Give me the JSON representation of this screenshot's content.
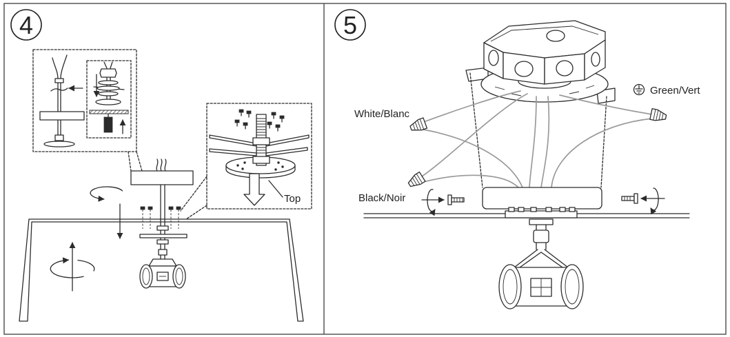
{
  "steps": {
    "step_4": {
      "number": "4",
      "callout_label": "Top"
    },
    "step_5": {
      "number": "5",
      "wire_labels": {
        "white": "White/Blanc",
        "black": "Black/Noir",
        "ground": "Green/Vert"
      }
    }
  },
  "icons": {
    "ground": "ground-symbol-icon",
    "rotate": "rotate-arrow-icon",
    "direction": "arrow-icon"
  },
  "colors": {
    "line": "#2b2b2b",
    "wire": "#9a9a9a",
    "background": "#ffffff"
  }
}
